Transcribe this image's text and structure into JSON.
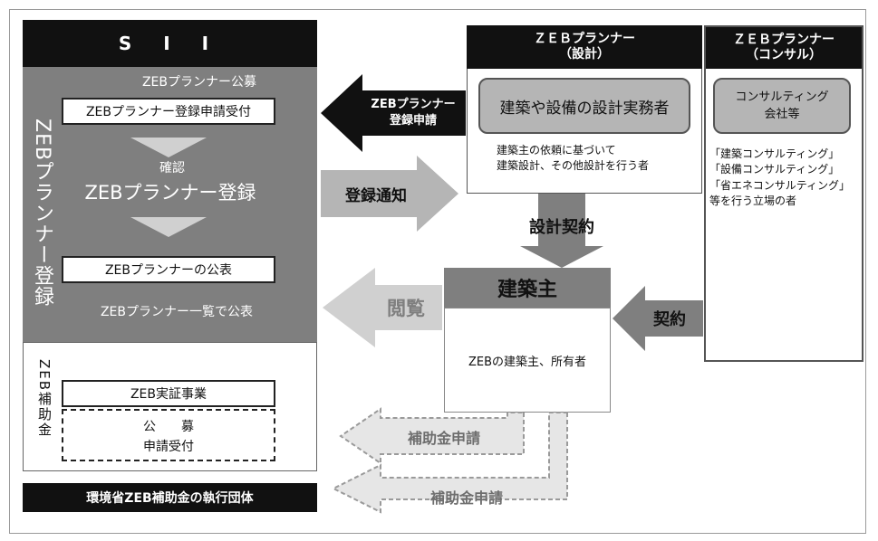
{
  "sii": {
    "title": "S I I",
    "recruit_label": "ZEBプランナー公募",
    "application_box": "ZEBプランナー登録申請受付",
    "confirm_label": "確認",
    "registration_label": "ZEBプランナー登録",
    "publish_box": "ZEBプランナーの公表",
    "list_publish_label": "ZEBプランナー一覧で公表",
    "vertical_label": "ZEBプランナー登録",
    "subsidy_vertical_label": "ZEB補助金",
    "demo_project_box": "ZEB実証事業",
    "recruit_short": "公　　募",
    "application_short": "申請受付"
  },
  "exec_body": "環境省ZEB補助金の執行団体",
  "planner_design": {
    "title_line1": "ＺＥＢプランナー",
    "title_line2": "（設計）",
    "role": "建築や設備の設計実務者",
    "desc_line1": "建築主の依頼に基づいて",
    "desc_line2": "建築設計、その他設計を行う者"
  },
  "planner_consul": {
    "title_line1": "ＺＥＢプランナー",
    "title_line2": "（コンサル）",
    "role_line1": "コンサルティング",
    "role_line2": "会社等",
    "desc_line1": "「建築コンサルティング」",
    "desc_line2": "「設備コンサルティング」",
    "desc_line3": "「省エネコンサルティング」",
    "desc_line4": "等を行う立場の者"
  },
  "owner": {
    "title": "建築主",
    "desc": "ZEBの建築主、所有者"
  },
  "arrows": {
    "register_apply_line1": "ZEBプランナー",
    "register_apply_line2": "登録申請",
    "register_notice": "登録通知",
    "design_contract": "設計契約",
    "browse": "閲覧",
    "contract": "契約",
    "subsidy_apply_1": "補助金申請",
    "subsidy_apply_2": "補助金申請"
  },
  "colors": {
    "black": "#111111",
    "dark_grey": "#7f7f7f",
    "mid_grey": "#b5b5b5",
    "light_grey": "#d0d0d0"
  }
}
